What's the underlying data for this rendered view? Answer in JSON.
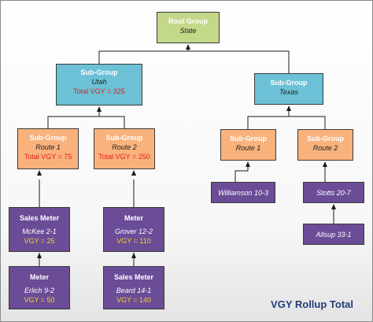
{
  "diagram": {
    "root": {
      "title": "Root Group",
      "subtitle": "State"
    },
    "utah": {
      "title": "Sub-Group",
      "subtitle": "Utah",
      "total": "Total VGY = 325"
    },
    "texas": {
      "title": "Sub-Group",
      "subtitle": "Texas"
    },
    "utah_route1": {
      "title": "Sub-Group",
      "subtitle": "Route 1",
      "total": "Total VGY = 75"
    },
    "utah_route2": {
      "title": "Sub-Group",
      "subtitle": "Route 2",
      "total": "Total VGY = 250"
    },
    "texas_route1": {
      "title": "Sub-Group",
      "subtitle": "Route 1"
    },
    "texas_route2": {
      "title": "Sub-Group",
      "subtitle": "Route 2"
    },
    "mckee": {
      "title": "Sales Meter",
      "subtitle": "McKee 2-1",
      "vgy": "VGY = 25"
    },
    "grover": {
      "title": "Meter",
      "subtitle": "Grover 12-2",
      "vgy": "VGY = 110"
    },
    "erlich": {
      "title": "Meter",
      "subtitle": "Erlich 9-2",
      "vgy": "VGY = 50"
    },
    "beard": {
      "title": "Sales Meter",
      "subtitle": "Beard 14-1",
      "vgy": "VGY = 140"
    },
    "williamson": {
      "subtitle": "Williamson 10-3"
    },
    "stotts": {
      "subtitle": "Stotts 20-7"
    },
    "allsup": {
      "subtitle": "Allsup 33-1"
    },
    "caption": "VGY Rollup Total"
  }
}
